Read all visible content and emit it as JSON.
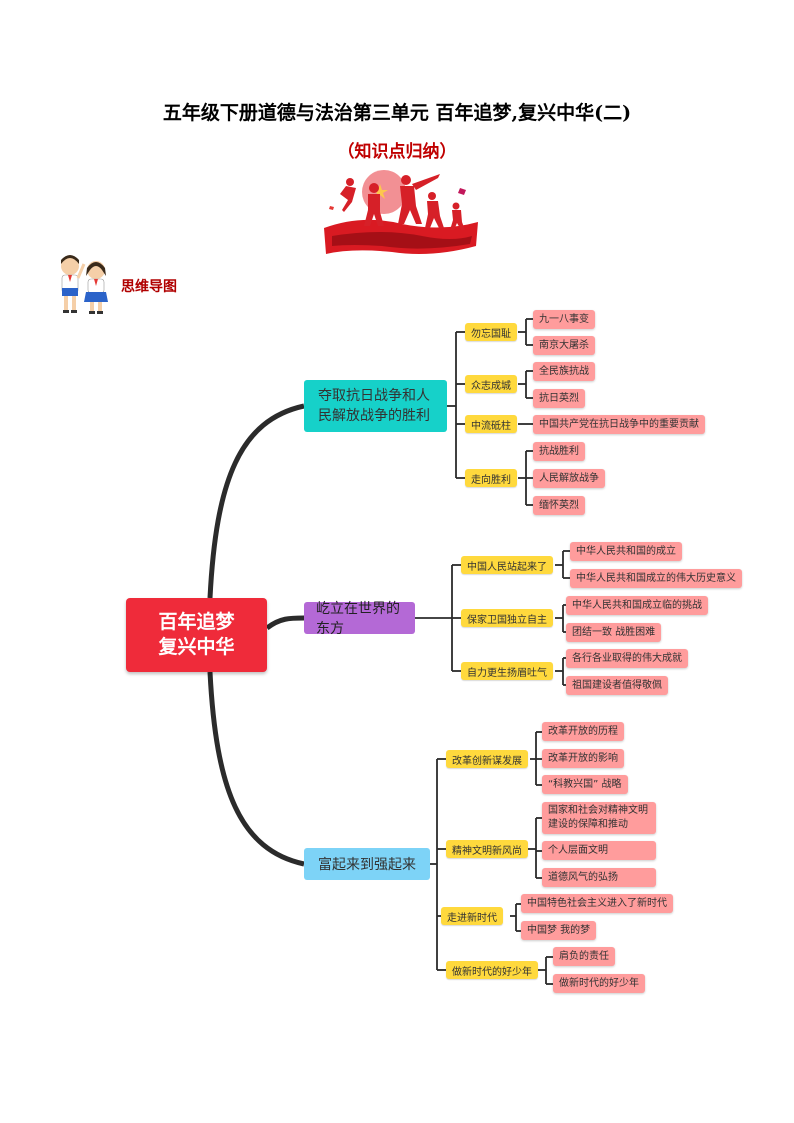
{
  "title": "五年级下册道德与法治第三单元  百年追梦,复兴中华(二)",
  "subtitle": "（知识点归纳）",
  "section_label": "思维导图",
  "root": {
    "line1": "百年追梦",
    "line2": "复兴中华"
  },
  "branches": [
    {
      "label": "夺取抗日战争和人民解放战争的胜利",
      "color": "#16d1c9",
      "children": [
        {
          "label": "勿忘国耻",
          "leaves": [
            "九一八事变",
            "南京大屠杀"
          ]
        },
        {
          "label": "众志成城",
          "leaves": [
            "全民族抗战",
            "抗日英烈"
          ]
        },
        {
          "label": "中流砥柱",
          "leaves": [
            "中国共产党在抗日战争中的重要贡献"
          ]
        },
        {
          "label": "走向胜利",
          "leaves": [
            "抗战胜利",
            "人民解放战争",
            "缅怀英烈"
          ]
        }
      ]
    },
    {
      "label": "屹立在世界的东方",
      "color": "#b469d6",
      "children": [
        {
          "label": "中国人民站起来了",
          "leaves": [
            "中华人民共和国的成立",
            "中华人民共和国成立的伟大历史意义"
          ]
        },
        {
          "label": "保家卫国独立自主",
          "leaves": [
            "中华人民共和国成立临的挑战",
            "团结一致 战胜困难"
          ]
        },
        {
          "label": "自力更生扬眉吐气",
          "leaves": [
            "各行各业取得的伟大成就",
            "祖国建设者值得敬佩"
          ]
        }
      ]
    },
    {
      "label": "富起来到强起来",
      "color": "#7dd3f7",
      "children": [
        {
          "label": "改革创新谋发展",
          "leaves": [
            "改革开放的历程",
            "改革开放的影响",
            "“科教兴国” 战略"
          ]
        },
        {
          "label": "精神文明新风尚",
          "leaves": [
            "国家和社会对精神文明建设的保障和推动",
            "个人层面文明",
            "道德风气的弘扬"
          ]
        },
        {
          "label": "走进新时代",
          "leaves": [
            "中国特色社会主义进入了新时代",
            "中国梦 我的梦"
          ]
        },
        {
          "label": "做新时代的好少年",
          "leaves": [
            "肩负的责任",
            "做新时代的好少年"
          ]
        }
      ]
    }
  ]
}
